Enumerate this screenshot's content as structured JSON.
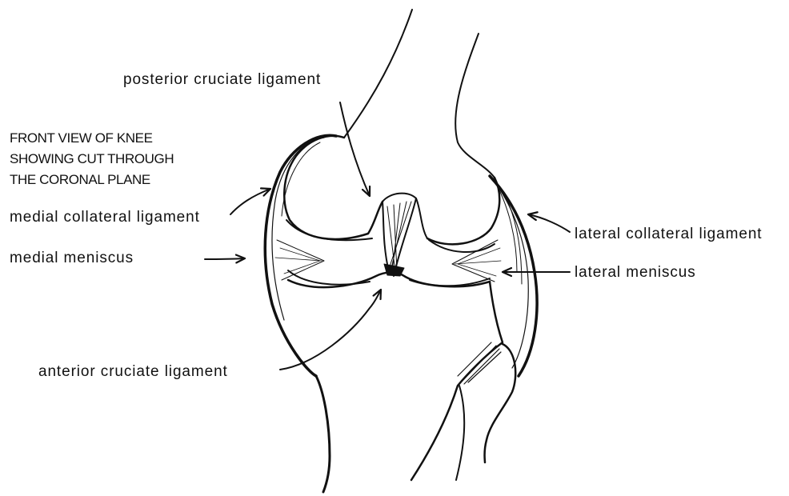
{
  "title_lines": [
    "FRONT VIEW OF KNEE",
    "SHOWING CUT THROUGH",
    "THE CORONAL PLANE"
  ],
  "labels": {
    "posterior_cruciate": "posterior cruciate ligament",
    "medial_collateral": "medial collateral ligament",
    "medial_meniscus": "medial meniscus",
    "anterior_cruciate": "anterior cruciate ligament",
    "lateral_collateral": "lateral collateral ligament",
    "lateral_meniscus": "lateral meniscus"
  },
  "colors": {
    "ink": "#111111",
    "background": "#ffffff"
  }
}
